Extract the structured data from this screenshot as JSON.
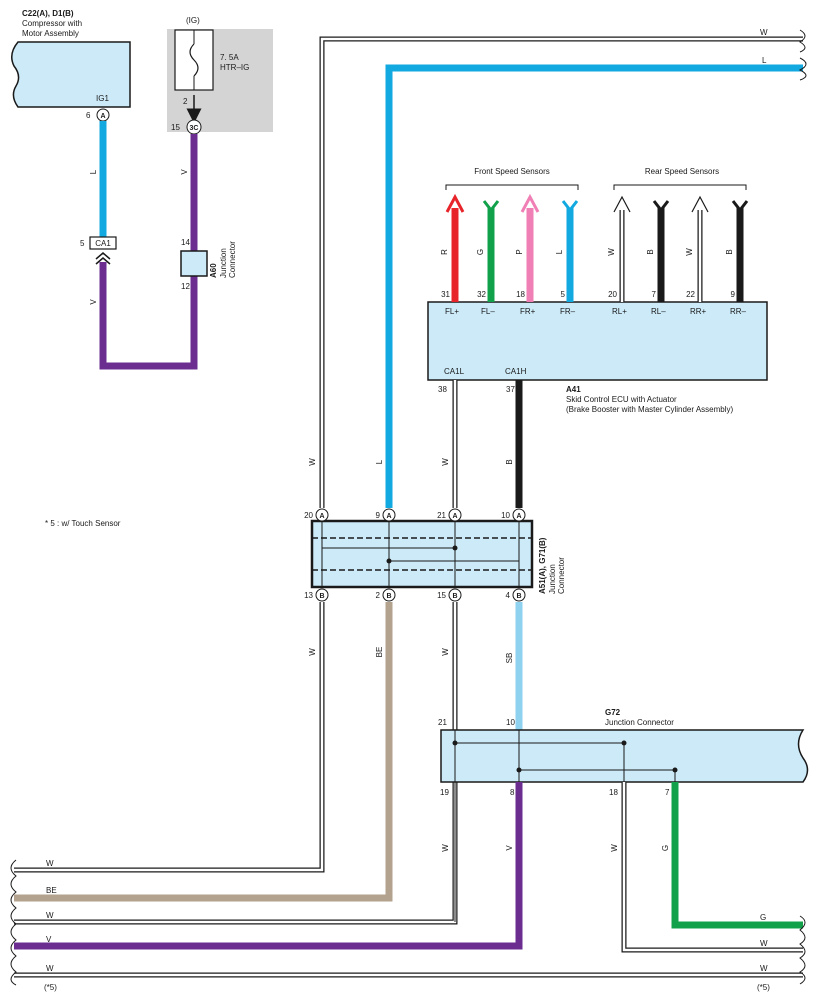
{
  "components": {
    "compressor": {
      "ref": "C22(A), D1(B)",
      "name_line1": "Compressor with",
      "name_line2": "Motor Assembly",
      "terminal": "IG1",
      "pin": "6",
      "conn": "A"
    },
    "fuse": {
      "label_ig": "(IG)",
      "rating": "7. 5A",
      "name": "HTR–IG",
      "pin_top": "2",
      "pin_bottom": "15",
      "conn": "3C"
    },
    "ca1": {
      "pin": "5",
      "label": "CA1"
    },
    "a60": {
      "ref": "A60",
      "name_line1": "Junction",
      "name_line2": "Connector",
      "pin_top": "14",
      "pin_bottom": "12"
    },
    "ecu": {
      "ref": "A41",
      "name_line1": "Skid Control ECU with Actuator",
      "name_line2": "(Brake Booster with Master Cylinder Assembly)",
      "group_front": "Front Speed Sensors",
      "group_rear": "Rear Speed Sensors",
      "terminals": [
        {
          "pin": "31",
          "name": "FL+",
          "wire": "R"
        },
        {
          "pin": "32",
          "name": "FL–",
          "wire": "G"
        },
        {
          "pin": "18",
          "name": "FR+",
          "wire": "P"
        },
        {
          "pin": "5",
          "name": "FR–",
          "wire": "L"
        },
        {
          "pin": "20",
          "name": "RL+",
          "wire": "W"
        },
        {
          "pin": "7",
          "name": "RL–",
          "wire": "B"
        },
        {
          "pin": "22",
          "name": "RR+",
          "wire": "W"
        },
        {
          "pin": "9",
          "name": "RR–",
          "wire": "B"
        }
      ],
      "bottom": [
        {
          "pin": "38",
          "name": "CA1L",
          "wire": "W"
        },
        {
          "pin": "37",
          "name": "CA1H",
          "wire": "B"
        }
      ]
    },
    "jc_a51": {
      "ref": "A51(A), G71(B)",
      "name_line1": "Junction",
      "name_line2": "Connector",
      "top_pins": [
        {
          "pin": "20",
          "conn": "A"
        },
        {
          "pin": "9",
          "conn": "A"
        },
        {
          "pin": "21",
          "conn": "A"
        },
        {
          "pin": "10",
          "conn": "A"
        }
      ],
      "bottom_pins": [
        {
          "pin": "13",
          "conn": "B"
        },
        {
          "pin": "2",
          "conn": "B"
        },
        {
          "pin": "15",
          "conn": "B"
        },
        {
          "pin": "4",
          "conn": "B"
        }
      ]
    },
    "g72": {
      "ref": "G72",
      "name": "Junction Connector",
      "top_pins": [
        "21",
        "10"
      ],
      "bottom_pins": [
        "19",
        "8",
        "18",
        "7"
      ]
    }
  },
  "wire_labels": {
    "comp_l": "L",
    "comp_v": "V",
    "fuse_v": "V",
    "w_vert": "W",
    "l_vert": "L",
    "ca1l_w": "W",
    "ca1h_b": "B",
    "jc13_w": "W",
    "jc2_be": "BE",
    "jc15_w": "W",
    "jc4_sb": "SB",
    "g72_19_w": "W",
    "g72_8_v": "V",
    "g72_18_w": "W",
    "g72_7_g": "G",
    "top_w": "W",
    "top_l": "L",
    "bot_w1": "W",
    "bot_be": "BE",
    "bot_w2": "W",
    "bot_v": "V",
    "bot_w3": "W",
    "right_g": "G",
    "right_w1": "W",
    "right_w2": "W"
  },
  "notes": {
    "touch_sensor": "* 5 : w/ Touch Sensor",
    "ref_left": "(*5)",
    "ref_right": "(*5)"
  },
  "colors": {
    "blue": "#12a9e0",
    "purple": "#6b2d90",
    "black": "#1a1a1a",
    "red": "#e8242b",
    "green": "#12a14b",
    "pink": "#ef7fb4",
    "tan": "#b3a28d",
    "skyblue": "#8fd2ef",
    "box": "#cceaf8",
    "gray": "#d4d4d4"
  }
}
